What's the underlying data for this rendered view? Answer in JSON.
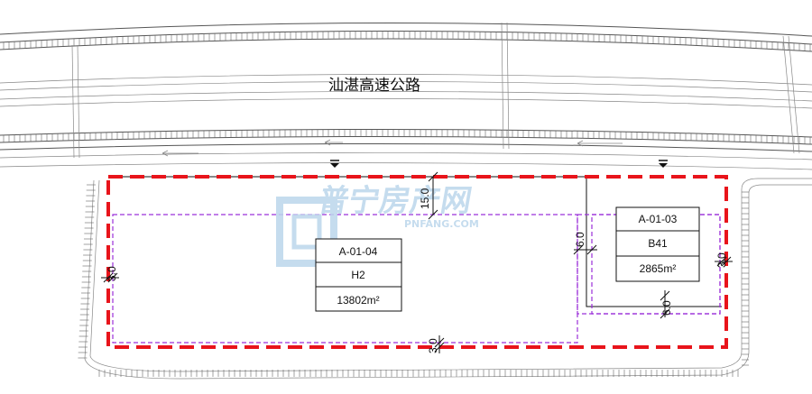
{
  "road": {
    "name": "汕湛高速公路"
  },
  "watermark": {
    "text": "普宁房产网",
    "subtext": "PNFANG.COM"
  },
  "parcels": [
    {
      "code": "A-01-04",
      "type": "H2",
      "area": "13802m²"
    },
    {
      "code": "A-01-03",
      "type": "B41",
      "area": "2865m²"
    }
  ],
  "dimensions": {
    "setback_top": "15.0",
    "setback_left": "3.0",
    "setback_bottom": "3.0",
    "setback_mid": "6.0",
    "setback_right": "3.0",
    "setback_small_bottom": "6.0"
  },
  "colors": {
    "boundary": "#e8141b",
    "setback_line": "#9b30d9",
    "watermark": "#bcd7ec"
  }
}
